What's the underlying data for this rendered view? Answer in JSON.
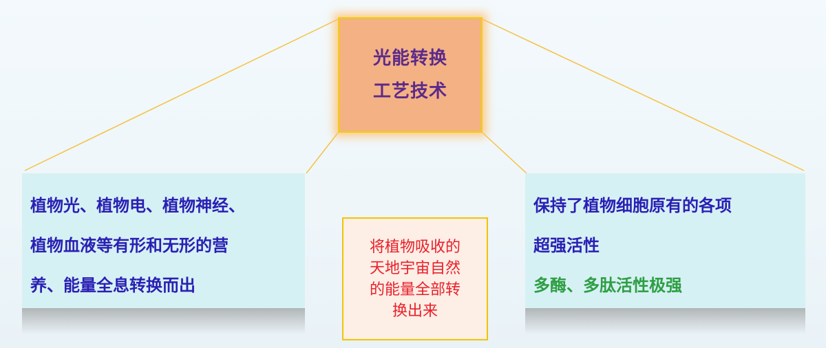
{
  "top_box": {
    "line1": "光能转换",
    "line2": "工艺技术"
  },
  "left_box": {
    "lines": [
      "植物光、植物电、植物神经、",
      "植物血液等有形和无形的营",
      "养、能量全息转换而出"
    ]
  },
  "middle_box": {
    "lines": [
      "将植物吸收的",
      "天地宇宙自然",
      "的能量全部转",
      "换出来"
    ]
  },
  "right_box": {
    "lines": [
      "保持了植物细胞原有的各项",
      "超强活性"
    ],
    "highlight": "多酶、多肽活性极强"
  },
  "colors": {
    "connector": "#f5c242",
    "top_fill": "#f4b183",
    "side_fill": "#d6f1f4",
    "middle_text": "#e8202a",
    "blue_text": "#2a1fb3",
    "green_text": "#2e9e43"
  }
}
